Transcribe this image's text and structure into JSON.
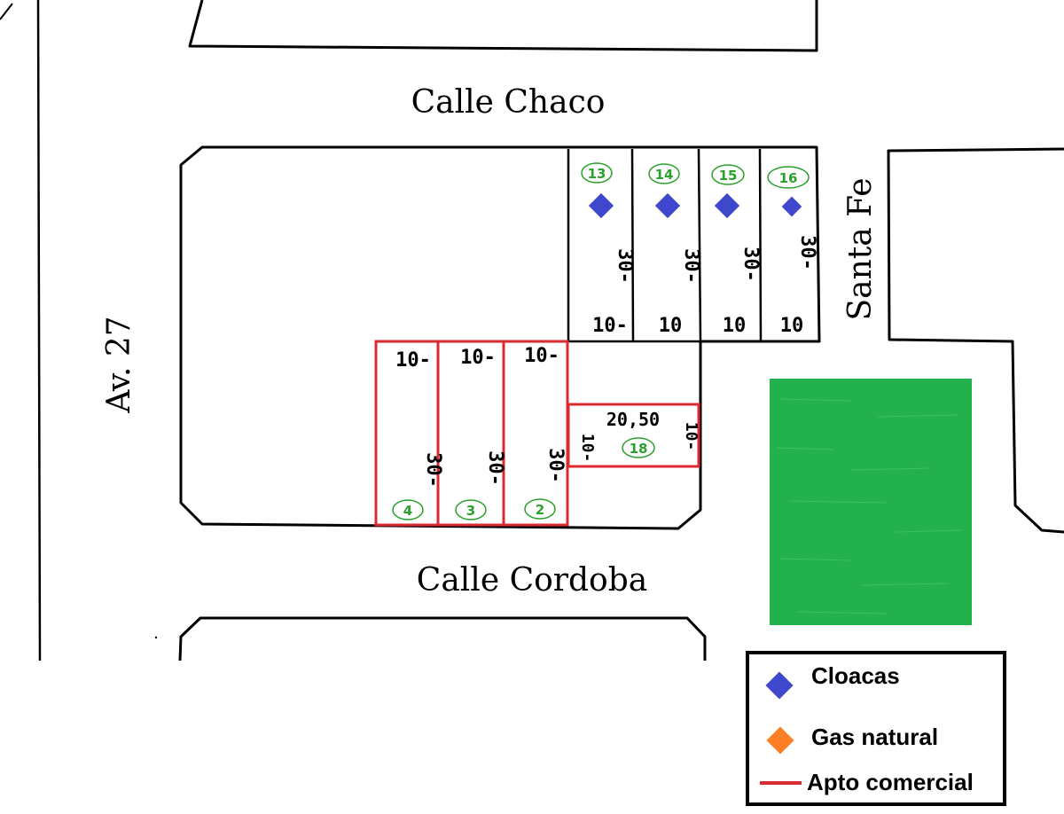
{
  "streets": {
    "north": "Calle Chaco",
    "south": "Calle Cordoba",
    "west": "Av. 27",
    "east": "Santa Fe"
  },
  "colors": {
    "cloacas": "#3f48cc",
    "gas_natural": "#ff7f27",
    "apto_comercial": "#dc2a33",
    "lot_number": "#2ca02c",
    "green_area": "#22b14c"
  },
  "lots": [
    {
      "number": "13",
      "front": "10-",
      "depth": "30-",
      "cloacas": true
    },
    {
      "number": "14",
      "front": "10",
      "depth": "30-",
      "cloacas": true
    },
    {
      "number": "15",
      "front": "10",
      "depth": "30-",
      "cloacas": true
    },
    {
      "number": "16",
      "front": "10",
      "depth": "30-",
      "cloacas": true
    },
    {
      "number": "4",
      "front": "10-",
      "depth": "30-",
      "apto_comercial": true
    },
    {
      "number": "3",
      "front": "10-",
      "depth": "30-",
      "apto_comercial": true
    },
    {
      "number": "2",
      "front": "10-",
      "depth": "30-",
      "apto_comercial": true
    },
    {
      "number": "18",
      "front": "20,50",
      "side_left": "10-",
      "side_right": "10-",
      "apto_comercial": true
    }
  ],
  "legend": {
    "cloacas": {
      "label": "Cloacas",
      "icon": "diamond-icon"
    },
    "gas_natural": {
      "label": "Gas natural",
      "icon": "diamond-icon"
    },
    "apto_comercial": {
      "label": "Apto comercial",
      "icon": "line-icon"
    }
  }
}
